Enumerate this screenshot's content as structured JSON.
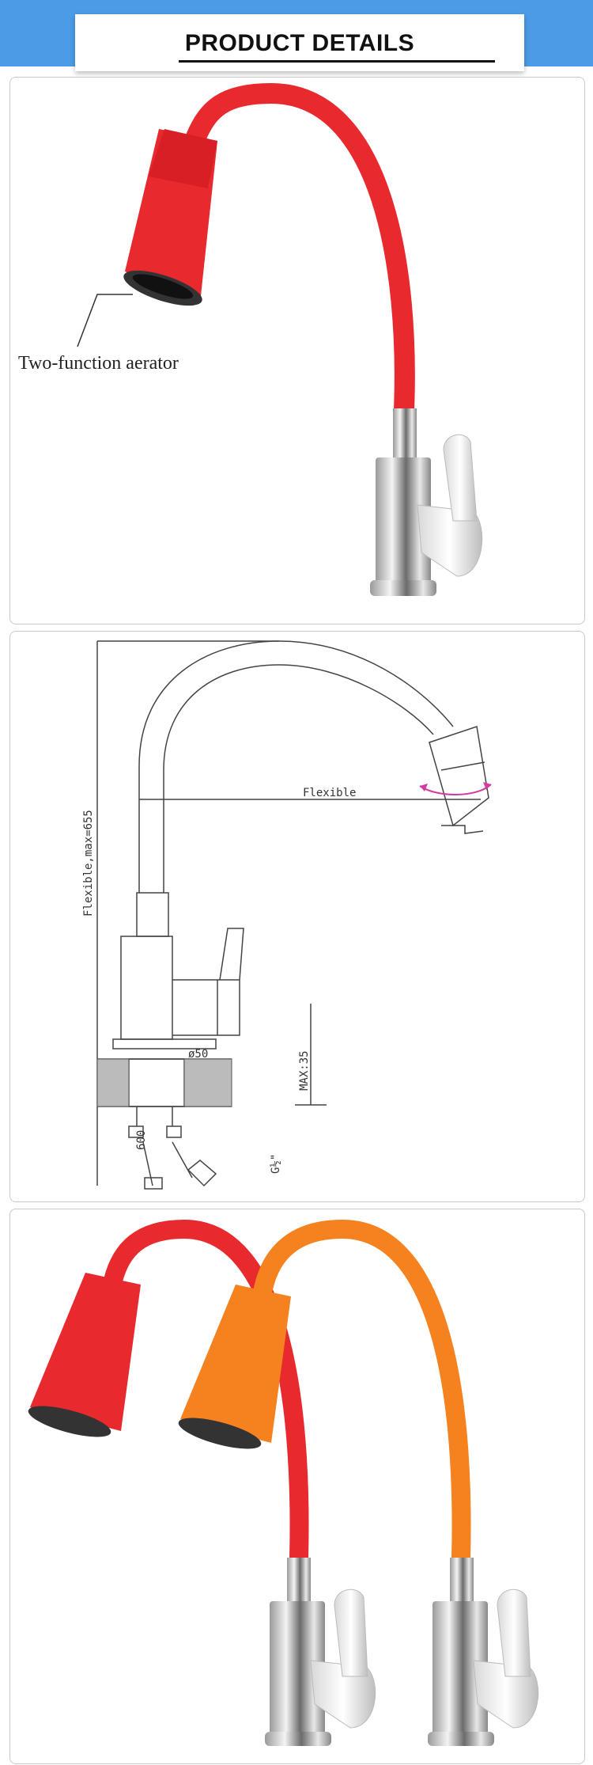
{
  "header": {
    "title": "PRODUCT DETAILS",
    "accent": "#4c9be6"
  },
  "panel1": {
    "callout": "Two-function aerator",
    "hose_color": "#e8292e"
  },
  "panel2": {
    "label_height": "Flexible,max=655",
    "label_flexible": "Flexible",
    "label_diameter": "ø50",
    "label_max": "MAX:35",
    "label_hose": "600",
    "label_thread": "G½\""
  },
  "panel3": {
    "hose_colors": [
      "#e8292e",
      "#f5821f"
    ]
  }
}
